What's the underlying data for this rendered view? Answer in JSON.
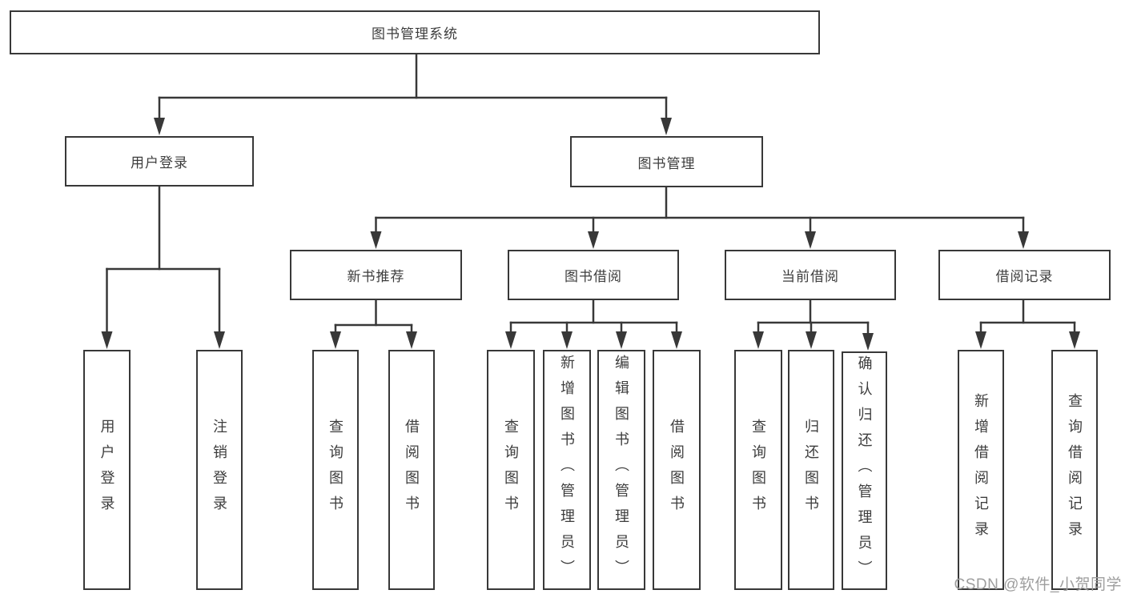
{
  "colors": {
    "line": "#383838",
    "box_border": "#383838",
    "text": "#3d3d3d",
    "watermark": "#9e9e9e",
    "background": "#ffffff"
  },
  "watermark": {
    "text": "CSDN @软件_小贺同学"
  },
  "tree": {
    "root": {
      "label": "图书管理系统"
    },
    "branches": [
      {
        "label": "用户登录",
        "children": [
          {
            "label": "用户登录"
          },
          {
            "label": "注销登录"
          }
        ]
      },
      {
        "label": "图书管理",
        "children": [
          {
            "label": "新书推荐",
            "children": [
              {
                "label": "查询图书"
              },
              {
                "label": "借阅图书"
              }
            ]
          },
          {
            "label": "图书借阅",
            "children": [
              {
                "label": "查询图书"
              },
              {
                "label": "新增图书（管理员）"
              },
              {
                "label": "编辑图书（管理员）"
              },
              {
                "label": "借阅图书"
              }
            ]
          },
          {
            "label": "当前借阅",
            "children": [
              {
                "label": "查询图书"
              },
              {
                "label": "归还图书"
              },
              {
                "label": "确认归还（管理员）"
              }
            ]
          },
          {
            "label": "借阅记录",
            "children": [
              {
                "label": "新增借阅记录"
              },
              {
                "label": "查询借阅记录"
              }
            ]
          }
        ]
      }
    ]
  }
}
